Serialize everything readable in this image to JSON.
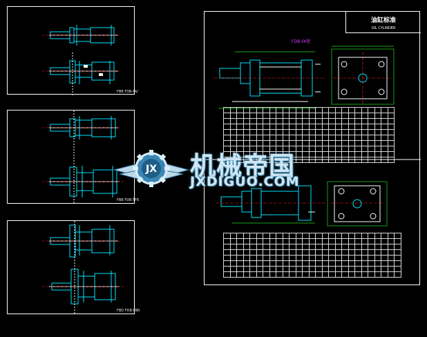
{
  "thumbnails": [
    {
      "label": "FBB  FDB-FA/"
    },
    {
      "label": "FBB  FDB-TFR"
    },
    {
      "label": "FBD  FDB-FBR"
    }
  ],
  "main_sheet": {
    "title": "油缸标准",
    "subtitle": "OIL CYLINDER",
    "model_label": "FDB-FA型"
  },
  "watermark": {
    "text_cn": "机械帝国",
    "text_en": "JXDIGUO.COM",
    "logo_letters": "JX"
  },
  "colors": {
    "cyan": "#00e5ff",
    "white": "#ffffff",
    "red": "#ff2020",
    "yellow": "#ffeb3b",
    "magenta": "#d13cff",
    "green": "#22dd22"
  }
}
